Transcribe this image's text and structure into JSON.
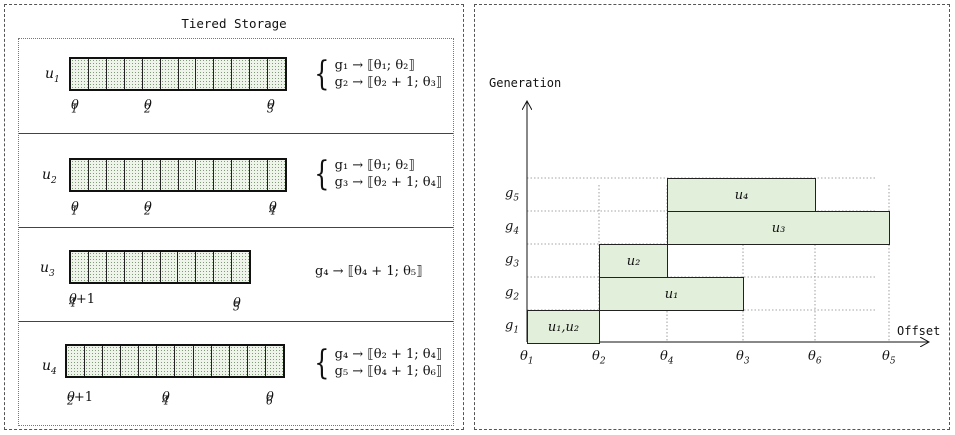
{
  "left_panel": {
    "title": "Tiered Storage",
    "rows": [
      {
        "label": "u",
        "label_sub": "1",
        "block_count": 12,
        "thetas": [
          {
            "text": "θ",
            "sub": "1",
            "suffix": ""
          },
          {
            "text": "θ",
            "sub": "2",
            "suffix": ""
          },
          {
            "text": "θ",
            "sub": "3",
            "suffix": ""
          }
        ],
        "equations": [
          "g₁ → ⟦θ₁; θ₂⟧",
          "g₂ → ⟦θ₂ + 1; θ₃⟧"
        ]
      },
      {
        "label": "u",
        "label_sub": "2",
        "block_count": 12,
        "thetas": [
          {
            "text": "θ",
            "sub": "1",
            "suffix": ""
          },
          {
            "text": "θ",
            "sub": "2",
            "suffix": ""
          },
          {
            "text": "θ",
            "sub": "4",
            "suffix": ""
          }
        ],
        "equations": [
          "g₁ → ⟦θ₁; θ₂⟧",
          "g₃ → ⟦θ₂ + 1; θ₄⟧"
        ]
      },
      {
        "label": "u",
        "label_sub": "3",
        "block_count": 10,
        "thetas": [
          {
            "text": "θ",
            "sub": "4",
            "suffix": "+1"
          },
          {
            "text": "θ",
            "sub": "5",
            "suffix": ""
          }
        ],
        "equations": [
          "g₄ → ⟦θ₄ + 1; θ₅⟧"
        ]
      },
      {
        "label": "u",
        "label_sub": "4",
        "block_count": 12,
        "thetas": [
          {
            "text": "θ",
            "sub": "2",
            "suffix": " +1"
          },
          {
            "text": "θ",
            "sub": "4",
            "suffix": ""
          },
          {
            "text": "θ",
            "sub": "6",
            "suffix": ""
          }
        ],
        "equations": [
          "g₄ → ⟦θ₂ + 1; θ₄⟧",
          "g₅ → ⟦θ₄ + 1; θ₆⟧"
        ]
      }
    ]
  },
  "right_panel": {
    "y_axis_title": "Generation",
    "x_axis_title": "Offset",
    "x_ticks": [
      {
        "text": "θ",
        "sub": "1"
      },
      {
        "text": "θ",
        "sub": "2"
      },
      {
        "text": "θ",
        "sub": "4"
      },
      {
        "text": "θ",
        "sub": "3"
      },
      {
        "text": "θ",
        "sub": "6"
      },
      {
        "text": "θ",
        "sub": "5"
      }
    ],
    "generations": [
      {
        "text": "g",
        "sub": "1"
      },
      {
        "text": "g",
        "sub": "2"
      },
      {
        "text": "g",
        "sub": "3"
      },
      {
        "text": "g",
        "sub": "4"
      },
      {
        "text": "g",
        "sub": "5"
      }
    ],
    "bars": [
      {
        "label": "u₁,u₂",
        "generation": "g1",
        "from": "θ1",
        "to": "θ2"
      },
      {
        "label": "u₁",
        "generation": "g2",
        "from": "θ2",
        "to": "θ3"
      },
      {
        "label": "u₂",
        "generation": "g3",
        "from": "θ2",
        "to": "θ4"
      },
      {
        "label": "u₃",
        "generation": "g4",
        "from": "θ4",
        "to": "θ5"
      },
      {
        "label": "u₄",
        "generation": "g5",
        "from": "θ4",
        "to": "θ6"
      }
    ]
  }
}
